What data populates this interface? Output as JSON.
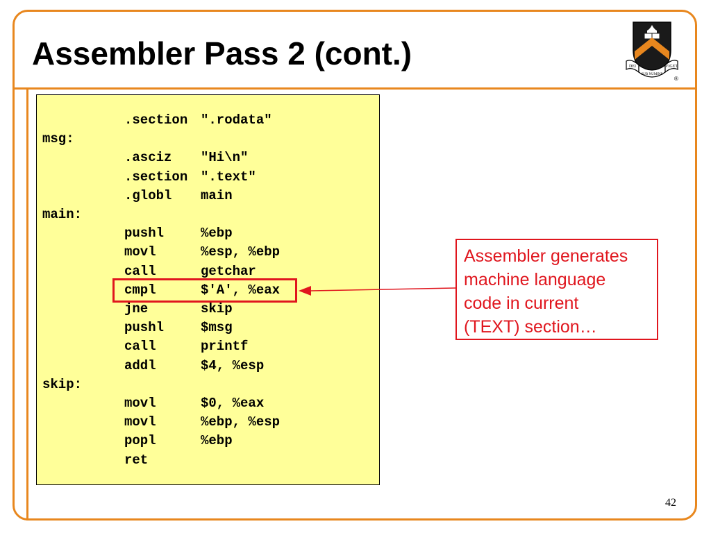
{
  "slide": {
    "title": "Assembler Pass 2 (cont.)",
    "page_number": "42",
    "accent_color": "#e8871e",
    "highlight_color": "#e0161e",
    "code_background": "#ffff99"
  },
  "logo": {
    "icon": "princeton-shield-icon",
    "banner_left": "DEI",
    "banner_middle": "SUB NUMINE",
    "banner_right": "VIGET",
    "registered_mark": "®"
  },
  "code": {
    "lines": [
      {
        "label": "",
        "op": ".section",
        "args": "\".rodata\""
      },
      {
        "label": "msg:",
        "op": "",
        "args": ""
      },
      {
        "label": "",
        "op": ".asciz",
        "args": "\"Hi\\n\""
      },
      {
        "label": "",
        "op": ".section",
        "args": "\".text\""
      },
      {
        "label": "",
        "op": ".globl",
        "args": "main"
      },
      {
        "label": "main:",
        "op": "",
        "args": ""
      },
      {
        "label": "",
        "op": "pushl",
        "args": "%ebp"
      },
      {
        "label": "",
        "op": "movl",
        "args": "%esp, %ebp"
      },
      {
        "label": "",
        "op": "call",
        "args": "getchar"
      },
      {
        "label": "",
        "op": "cmpl",
        "args": "$'A', %eax"
      },
      {
        "label": "",
        "op": "jne",
        "args": "skip"
      },
      {
        "label": "",
        "op": "pushl",
        "args": "$msg"
      },
      {
        "label": "",
        "op": "call",
        "args": "printf"
      },
      {
        "label": "",
        "op": "addl",
        "args": "$4, %esp"
      },
      {
        "label": "skip:",
        "op": "",
        "args": ""
      },
      {
        "label": "",
        "op": "movl",
        "args": "$0, %eax"
      },
      {
        "label": "",
        "op": "movl",
        "args": "%ebp, %esp"
      },
      {
        "label": "",
        "op": "popl",
        "args": "%ebp"
      },
      {
        "label": "",
        "op": "ret",
        "args": ""
      }
    ]
  },
  "callout": {
    "lines": [
      "Assembler generates",
      "machine language",
      "code in current",
      "(TEXT) section…"
    ]
  }
}
